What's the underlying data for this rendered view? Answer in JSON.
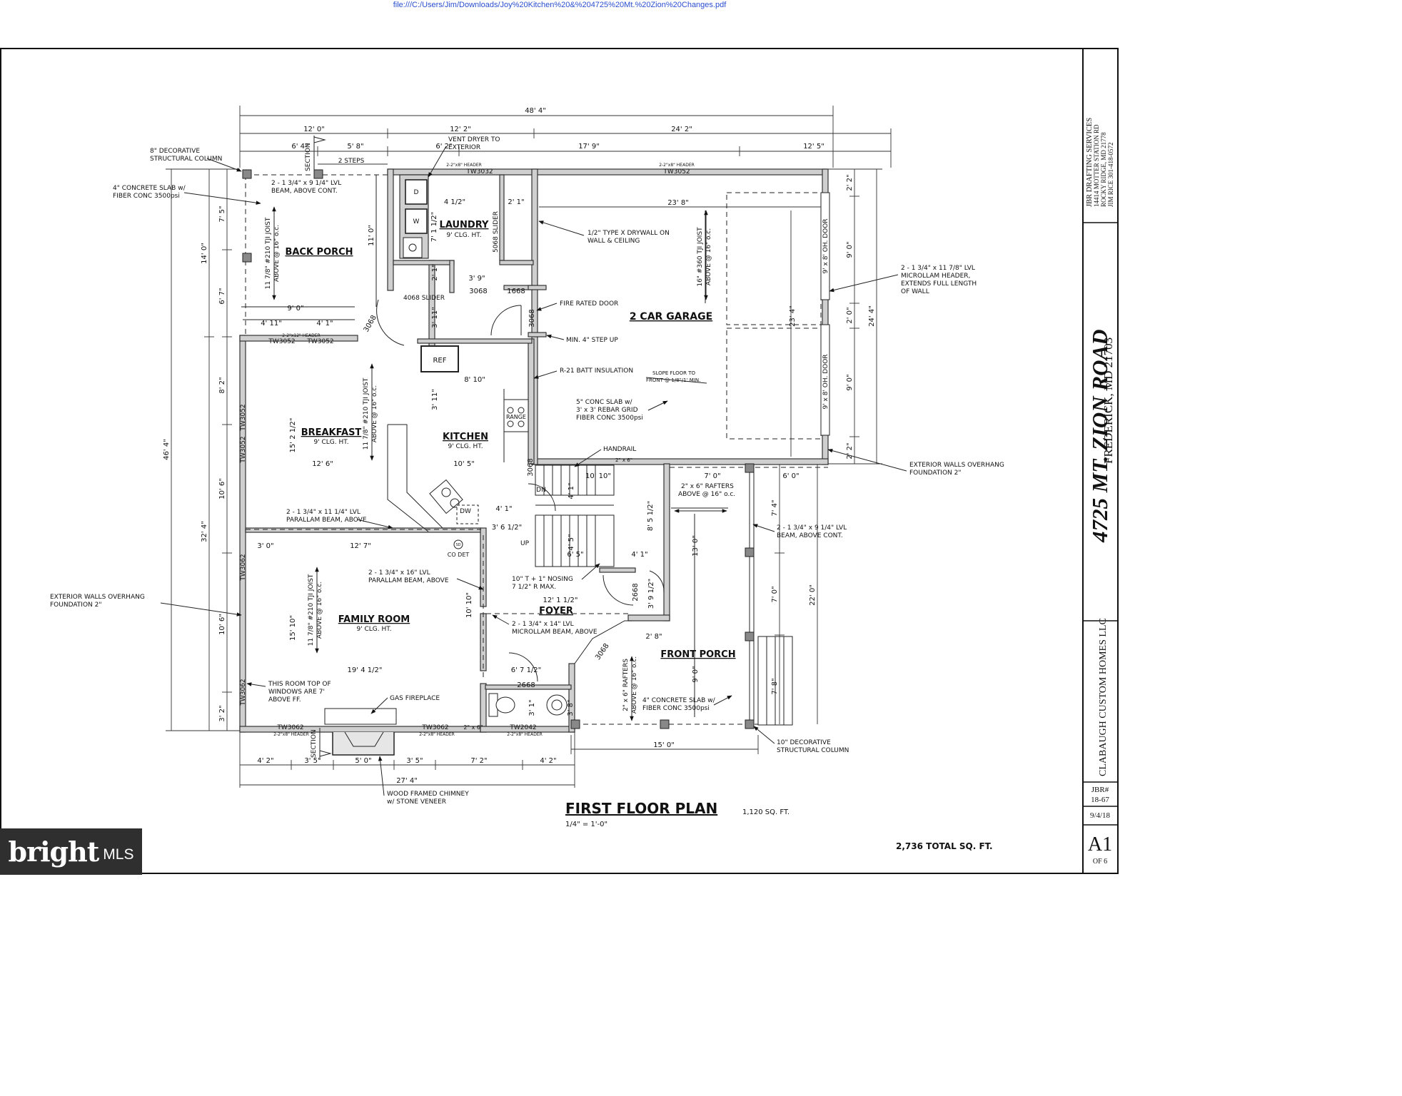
{
  "url": "file:///C:/Users/Jim/Downloads/Joy%20Kitchen%20&%204725%20Mt.%20Zion%20Changes.pdf",
  "watermark": {
    "brand": "bright",
    "suffix": "MLS"
  },
  "title_block": {
    "drafting": [
      "JBR DRAFTING SERVICES",
      "14414 MOTTER STATION RD",
      "ROCKY RIDGE, MD 21778",
      "JIM RICE 301-418-0572"
    ],
    "address": "4725 MT. ZION ROAD",
    "city": "FREDERICK, MD 21703",
    "builder": "CLABAUGH CUSTOM HOMES LLC",
    "jbr": [
      "JBR#",
      "18-67"
    ],
    "date": "9/4/18",
    "sheet": "A1",
    "sheet_of": "OF 6"
  },
  "plan": {
    "title": "FIRST FLOOR PLAN",
    "area": "1,120 SQ. FT.",
    "scale": "1/4\" = 1'-0\"",
    "total": "2,736 TOTAL SQ. FT."
  },
  "rooms": {
    "back_porch": "BACK PORCH",
    "laundry": "LAUNDRY",
    "laundry_ht": "9' CLG. HT.",
    "garage": "2 CAR GARAGE",
    "breakfast": "BREAKFAST",
    "breakfast_ht": "9' CLG. HT.",
    "kitchen": "KITCHEN",
    "kitchen_ht": "9' CLG. HT.",
    "family": "FAMILY ROOM",
    "family_ht": "9' CLG. HT.",
    "foyer": "FOYER",
    "front_porch": "FRONT PORCH"
  },
  "fixtures": {
    "ref": "REF",
    "range": "RANGE",
    "dw": "DW",
    "dryer": "D",
    "washer": "W",
    "co_det": "CO DET",
    "sd": "SD",
    "dn": "DN",
    "up": "UP"
  },
  "dims_top": {
    "overall": "48' 4\"",
    "a": "12' 0\"",
    "b": "12' 2\"",
    "c": "24' 2\"",
    "d": "6' 4\"",
    "e": "5' 8\"",
    "f": "6' 2\"",
    "g": "17' 9\"",
    "h": "12' 5\"",
    "steps": "2 STEPS"
  },
  "dims_left": {
    "overall": "46' 4\"",
    "a": "14' 0\"",
    "b": "32' 4\"",
    "c": "7' 5\"",
    "d": "6' 7\"",
    "e": "8' 2\"",
    "f": "10' 6\"",
    "g": "10' 6\"",
    "h": "3' 2\""
  },
  "dims_right": {
    "a": "2' 2\"",
    "b": "9' 0\"",
    "c": "2' 0\"",
    "d": "9' 0\"",
    "e": "2' 2\"",
    "f": "24' 4\"",
    "g": "7' 4\"",
    "h": "7' 0\"",
    "i": "7' 8\"",
    "j": "22' 0\""
  },
  "dims_bottom": {
    "a": "4' 2\"",
    "b": "3' 5\"",
    "c": "5' 0\"",
    "d": "3' 5\"",
    "e": "7' 2\"",
    "f": "4' 2\"",
    "overall": "27' 4\"",
    "porch": "15' 0\""
  },
  "dims_inner": {
    "porch_w": "9' 0\"",
    "porch_a": "4' 11\"",
    "porch_b": "4' 1\"",
    "porch_h": "11' 0\"",
    "laundry_w": "4 1/2\"",
    "laundry_h": "7' 1 1/2\"",
    "l1": "2' 1\"",
    "l2": "3' 9\"",
    "l3": "2' 1\"",
    "l4": "3' 11\"",
    "garage_w": "23' 8\"",
    "garage_h": "23' 4\"",
    "k_w": "8' 10\"",
    "k_h": "3' 11\"",
    "bf_h": "15' 2 1/2\"",
    "bf_w": "12' 6\"",
    "k_w2": "10' 5\"",
    "st1": "10' 10\"",
    "st2": "4' 1\"",
    "st3": "4' 1\"",
    "st4": "3' 6 1/2\"",
    "st5": "4' 5\"",
    "st6": "6' 5\"",
    "st7": "4' 1\"",
    "st8": "8' 5 1/2\"",
    "fp_w1": "7' 0\"",
    "fp_w2": "6' 0\"",
    "fp_h1": "13' 0\"",
    "fp_h2": "7' 0\"",
    "fp_h3": "9' 0\"",
    "fr_a": "3' 0\"",
    "fr_b": "12' 7\"",
    "fr_h": "15' 10\"",
    "fr_w": "19' 4 1/2\"",
    "fr_h2": "10' 10\"",
    "foyer_w": "12' 1 1/2\"",
    "f1": "2' 8\"",
    "f2": "3' 9 1/2\"",
    "f3": "6' 7 1/2\"",
    "f4": "3' 1\"",
    "f5": "3' 8\""
  },
  "doors": {
    "d3068a": "3068",
    "slider4068": "4068 SLIDER",
    "d3068b": "3068",
    "d1668": "1668",
    "d3068c": "3068",
    "slider5068": "5068 SLIDER",
    "d3068d": "3068",
    "d3068e": "3068",
    "d2668a": "2668",
    "d2668b": "2668",
    "d3068f": "3068",
    "tw3032": "TW3032",
    "tw3052a": "TW3052",
    "tw3052b": "TW3052",
    "tw3052c": "TW3052",
    "tw3052d": "TW3052",
    "tw3052e": "TW3052",
    "tw3062a": "TW3062",
    "tw3062b": "TW3062",
    "tw3062c": "TW3062",
    "tw3062d": "TW3062",
    "tw2042": "TW2042",
    "oh1": "9' x 8' OH. DOOR",
    "oh2": "9' x 8' OH. DOOR",
    "hdr8": "2-2\"x8\" HEADER",
    "hdr12": "2-2\"x12\" HEADER",
    "w2x6": "2\" x 6\""
  },
  "notes": {
    "n1a": "8\" DECORATIVE",
    "n1b": "STRUCTURAL COLUMN",
    "n2a": "4\" CONCRETE SLAB w/",
    "n2b": "FIBER CONC 3500psi",
    "n3a": "2 - 1 3/4\" x 9 1/4\" LVL",
    "n3b": "BEAM, ABOVE CONT.",
    "n4a": "VENT DRYER TO",
    "n4b": "EXTERIOR",
    "n5a": "1/2\" TYPE X DRYWALL ON",
    "n5b": "WALL & CEILING",
    "n6a": "2 - 1 3/4\" x 11 7/8\" LVL",
    "n6b": "MICROLLAM HEADER,",
    "n6c": "EXTENDS FULL LENGTH",
    "n6d": "OF WALL",
    "n7": "FIRE RATED DOOR",
    "n8": "MIN. 4\" STEP UP",
    "n9": "R-21 BATT INSULATION",
    "n10a": "SLOPE FLOOR TO",
    "n10b": "FRONT @ 1/8\"/1' MIN.",
    "n11a": "5\" CONC SLAB w/",
    "n11b": "3' x 3' REBAR GRID",
    "n11c": "FIBER CONC 3500psi",
    "n12": "HANDRAIL",
    "n13a": "EXTERIOR WALLS OVERHANG",
    "n13b": "FOUNDATION 2\"",
    "n14a": "2\" x 6\" RAFTERS",
    "n14b": "ABOVE @ 16\" o.c.",
    "n15a": "2 - 1 3/4\" x 9 1/4\" LVL",
    "n15b": "BEAM, ABOVE CONT.",
    "n16a": "2 - 1 3/4\" x 11 1/4\" LVL",
    "n16b": "PARALLAM BEAM, ABOVE",
    "n17a": "2 - 1 3/4\" x 16\" LVL",
    "n17b": "PARALLAM BEAM, ABOVE",
    "n18a": "10\" T + 1\" NOSING",
    "n18b": "7 1/2\" R MAX.",
    "n19a": "EXTERIOR WALLS OVERHANG",
    "n19b": "FOUNDATION 2\"",
    "n20a": "2 - 1 3/4\" x 14\" LVL",
    "n20b": "MICROLLAM BEAM, ABOVE",
    "n21a": "THIS ROOM TOP OF",
    "n21b": "WINDOWS ARE 7'",
    "n21c": "ABOVE FF.",
    "n22": "GAS FIREPLACE",
    "n23a": "4\" CONCRETE SLAB w/",
    "n23b": "FIBER CONC 3500psi",
    "n24a": "10\" DECORATIVE",
    "n24b": "STRUCTURAL COLUMN",
    "n25a": "WOOD FRAMED CHIMNEY",
    "n25b": "w/ STONE VENEER",
    "joist1a": "11 7/8\" #210 TJI JOIST",
    "joist1b": "ABOVE @ 16\" o.c.",
    "joist2a": "16\" #360 TJI JOIST",
    "joist2b": "ABOVE @ 16\" o.c.",
    "joist3a": "11 7/8\" #210 TJI JOIST",
    "joist3b": "ABOVE @ 16\" o.c.",
    "joist4a": "11 7/8\" #210 TJI JOIST",
    "joist4b": "ABOVE @ 16\" o.c.",
    "raft2a": "2\" x 6\" RAFTERS",
    "raft2b": "ABOVE @ 16\" o.c.",
    "section": "SECTION"
  }
}
